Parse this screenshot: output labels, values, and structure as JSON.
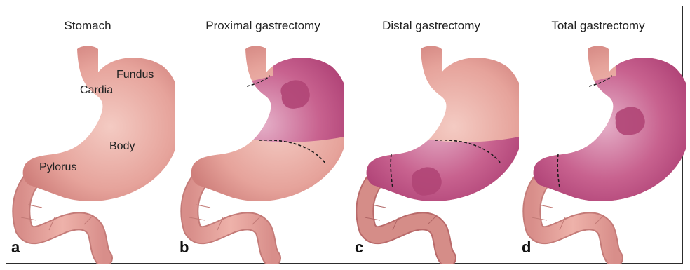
{
  "panels": [
    {
      "letter": "a",
      "title": "Stomach"
    },
    {
      "letter": "b",
      "title": "Proximal gastrectomy"
    },
    {
      "letter": "c",
      "title": "Distal gastrectomy"
    },
    {
      "letter": "d",
      "title": "Total gastrectomy"
    }
  ],
  "anatomy_labels": {
    "fundus": "Fundus",
    "cardia": "Cardia",
    "body": "Body",
    "pylorus": "Pylorus"
  },
  "colors": {
    "normal_tissue": "#e6a39b",
    "normal_highlight": "#f2c3bb",
    "resected_tissue": "#b8477c",
    "resected_light": "#e0a5c0",
    "tumor": "#b04576",
    "cut_line": "#1a1a1a",
    "frame": "#2c2c2c"
  }
}
